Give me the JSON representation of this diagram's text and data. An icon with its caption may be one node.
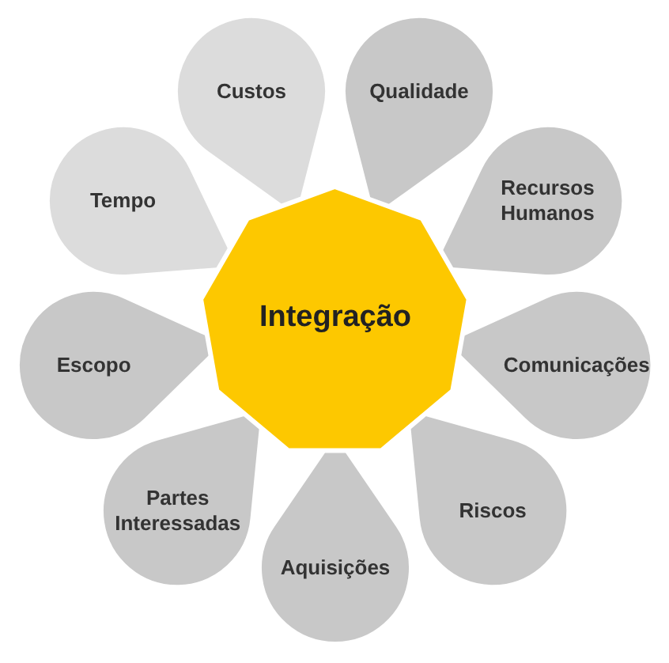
{
  "diagram": {
    "nodes": [
      {
        "text": [
          "Integração"
        ]
      },
      {
        "text": [
          "Custos"
        ]
      },
      {
        "text": [
          "Qualidade"
        ]
      },
      {
        "text": [
          "Recursos Humanos"
        ]
      },
      {
        "text": [
          "Comunicações"
        ]
      },
      {
        "text": [
          "Riscos"
        ]
      },
      {
        "text": [
          "Aquisições"
        ]
      },
      {
        "text": [
          "Partes Interessadas"
        ]
      },
      {
        "text": [
          "Escopo"
        ]
      },
      {
        "text": [
          "Tempo"
        ]
      }
    ]
  }
}
